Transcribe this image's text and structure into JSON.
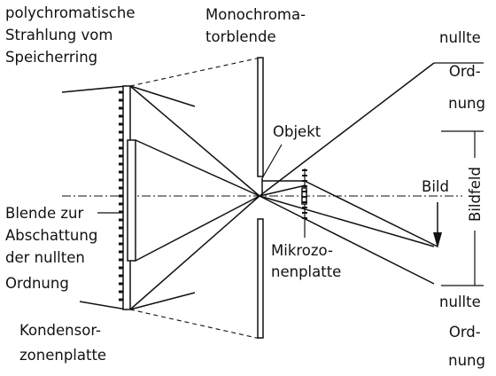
{
  "labels": {
    "source": [
      "polychromatische",
      "Strahlung vom",
      "Speicherring"
    ],
    "monochromator": [
      "Monochroma-",
      "torblende"
    ],
    "zero_order_top": [
      "nullte",
      "Ord-",
      "nung"
    ],
    "object": "Objekt",
    "image": "Bild",
    "image_field": "Bildfeld",
    "stop": [
      "Blende zur",
      "Abschattung",
      "der nullten",
      "Ordnung"
    ],
    "microzone": [
      "Mikrozo-",
      "nenplatte"
    ],
    "zero_order_bottom": [
      "nullte",
      "Ord-",
      "nung"
    ],
    "condenser": [
      "Kondensor-",
      "zonenplatte"
    ]
  }
}
